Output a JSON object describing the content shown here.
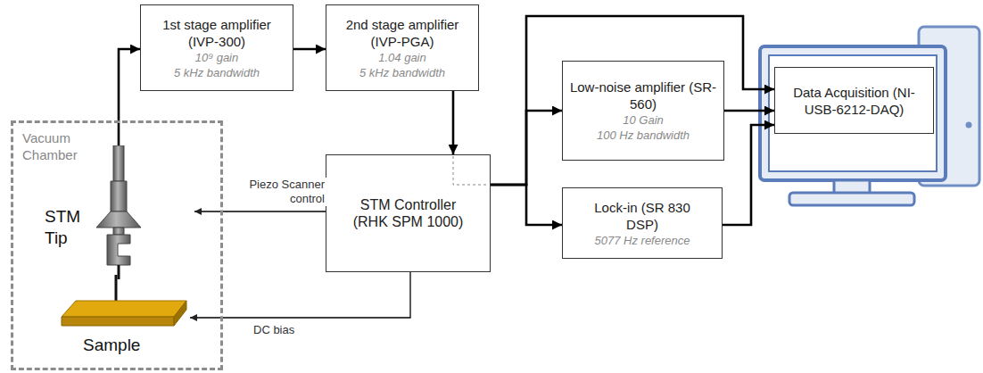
{
  "diagram": {
    "nodes": [
      {
        "text": [
          "Vacuum Chamber"
        ]
      },
      {
        "text": [
          "STM Tip"
        ],
        "in": 0
      },
      {
        "text": [
          "Sample"
        ],
        "in": 0
      },
      {
        "text": [
          "1st stage amplifier (IVP-300)",
          "10⁹ gain",
          "5 kHz bandwidth"
        ]
      },
      {
        "text": [
          "2nd stage amplifier (IVP-PGA)",
          "1.04 gain",
          "5 kHz bandwidth"
        ]
      },
      {
        "text": [
          "STM Controller (RHK SPM 1000)"
        ]
      },
      {
        "text": [
          "Low-noise amplifier (SR-560)",
          "10 Gain",
          "100 Hz bandwidth"
        ]
      },
      {
        "text": [
          "Lock-in (SR 830 DSP)",
          "5077 Hz reference"
        ]
      },
      {
        "text": [
          "Data Acquisition (NI-USB-6212-DAQ)"
        ]
      }
    ],
    "edges": [
      {
        "from": 1,
        "to": 3,
        "arrow": "to"
      },
      {
        "from": 3,
        "to": 4,
        "arrow": "to"
      },
      {
        "from": 4,
        "to": 5,
        "arrow": "to"
      },
      {
        "from": 5,
        "to": 8,
        "arrow": "to"
      },
      {
        "from": 5,
        "to": 6,
        "arrow": "to"
      },
      {
        "from": 5,
        "to": 7,
        "arrow": "to"
      },
      {
        "from": 6,
        "to": 8,
        "arrow": "to"
      },
      {
        "from": 7,
        "to": 8,
        "arrow": "to"
      },
      {
        "from": 5,
        "to": 1,
        "label": "Piezo Scanner control",
        "arrow": "to"
      },
      {
        "from": 5,
        "to": 2,
        "label": "DC bias",
        "arrow": "to"
      }
    ]
  }
}
